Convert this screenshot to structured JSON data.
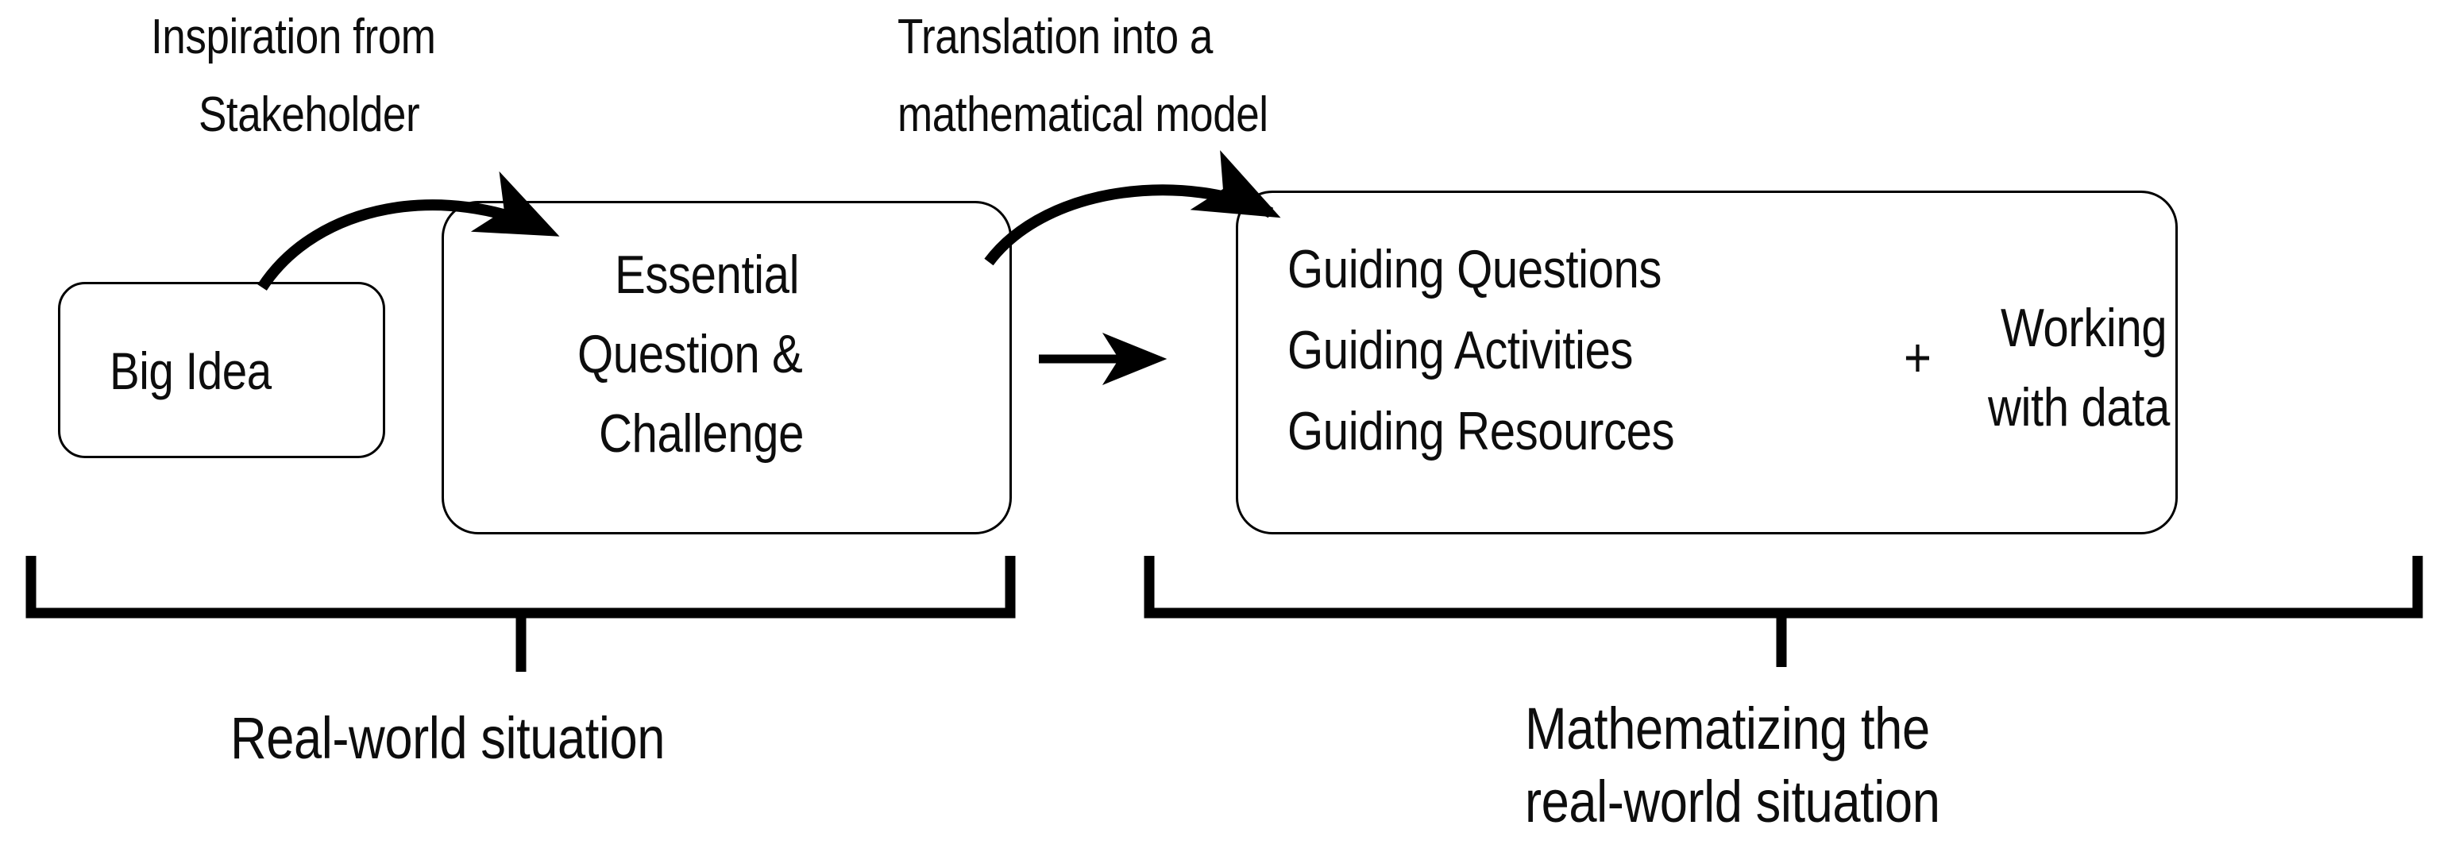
{
  "diagram": {
    "title": "Real-world situation to mathematizing flow",
    "background_color": "#ffffff",
    "stroke_color": "#000000",
    "text_color": "#0d0d0d"
  },
  "annotations": {
    "inspiration": {
      "line1": "Inspiration from",
      "line2": "Stakeholder"
    },
    "translation": {
      "line1": "Translation into a",
      "line2": "mathematical model"
    }
  },
  "boxes": {
    "big_idea": {
      "label": "Big Idea"
    },
    "essential_question": {
      "line1": "Essential",
      "line2": "Question &",
      "line3": "Challenge"
    },
    "guiding": {
      "line1": "Guiding Questions",
      "line2": "Guiding Activities",
      "line3": "Guiding Resources",
      "plus": "+",
      "working_line1": "Working",
      "working_line2": "with data"
    }
  },
  "brackets": {
    "left": {
      "label": "Real-world situation"
    },
    "right": {
      "label_line1": "Mathematizing the",
      "label_line2": "real-world situation"
    }
  },
  "arrows": {
    "curved_inspiration": "curved-arrow-big-idea-to-essential-question",
    "curved_translation": "curved-arrow-essential-question-to-guiding",
    "straight_middle": "straight-arrow-essential-question-to-guiding"
  }
}
